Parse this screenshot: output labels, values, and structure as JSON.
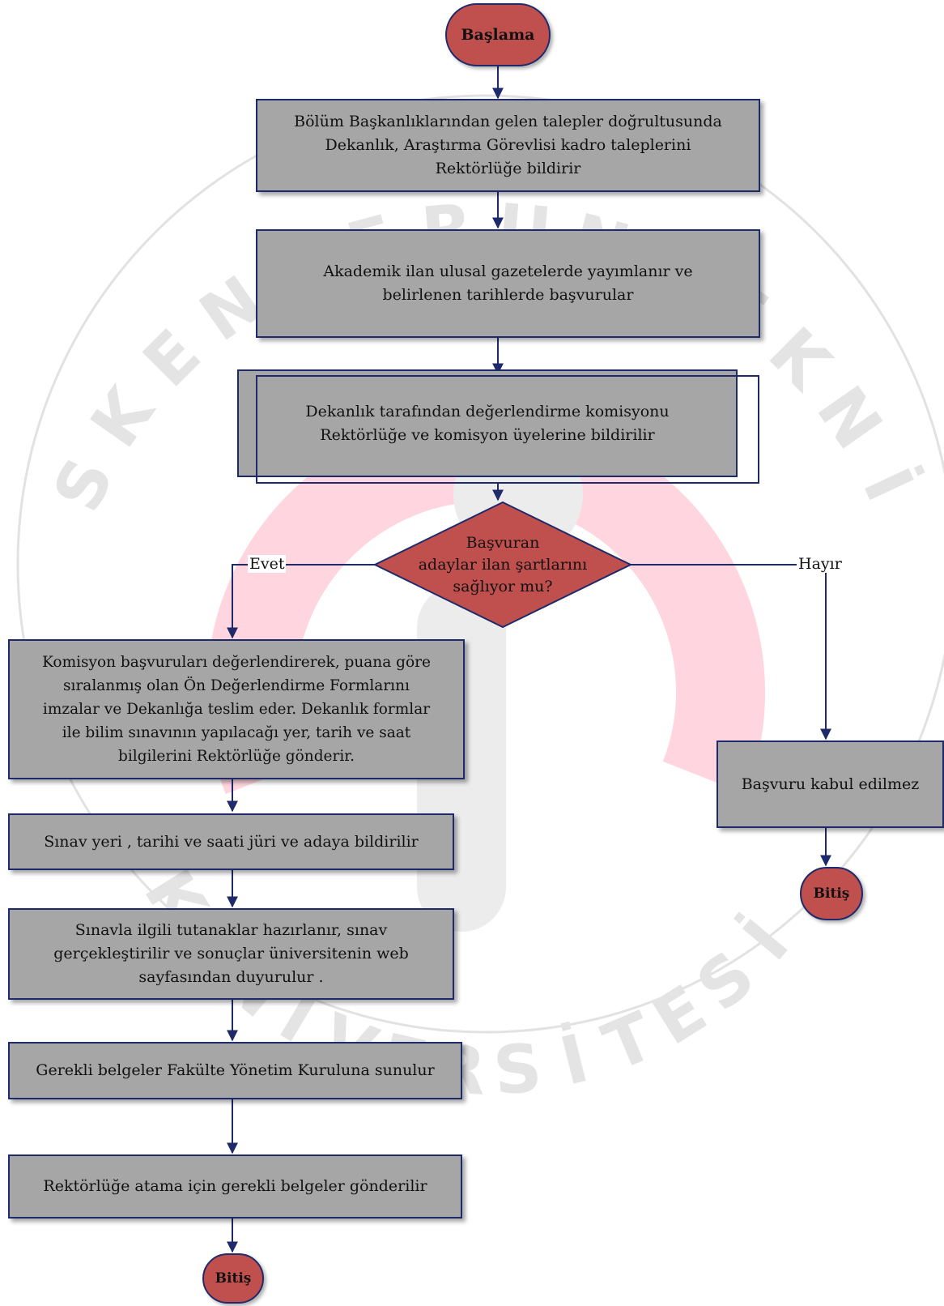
{
  "watermark": {
    "letters": [
      "S",
      "K",
      "E",
      "N",
      "D",
      "E",
      "R",
      "U",
      "N",
      "T",
      "E",
      "K",
      "N",
      "İ",
      "K",
      "Ü",
      "N",
      "İ",
      "V",
      "E",
      "R",
      "S",
      "İ",
      "T",
      "E",
      "S",
      "İ"
    ]
  },
  "start": "Başlama",
  "steps": [
    "Bölüm Başkanlıklarından gelen talepler doğrultusunda\nDekanlık, Araştırma Görevlisi kadro taleplerini\nRektörlüğe bildirir",
    "Akademik ilan ulusal gazetelerde yayımlanır ve\nbelirlenen tarihlerde başvurular",
    "Dekanlık tarafından değerlendirme komisyonu\nRektörlüğe  ve komisyon üyelerine bildirilir"
  ],
  "decision": "Başvuran\nadaylar ilan şartlarını\nsağlıyor mu?",
  "yes_label": "Evet",
  "no_label": "Hayır",
  "yes_steps": [
    "Komisyon başvuruları değerlendirerek, puana göre\nsıralanmış olan Ön Değerlendirme Formlarını\nimzalar ve Dekanlığa teslim eder.  Dekanlık  formlar\nile bilim sınavının yapılacağı yer, tarih ve saat\nbilgilerini Rektörlüğe gönderir.",
    "Sınav yeri , tarihi ve saati jüri ve adaya bildirilir",
    "Sınavla ilgili tutanaklar hazırlanır,  sınav\ngerçekleştirilir ve sonuçlar  üniversitenin web\nsayfasından duyurulur .",
    "Gerekli belgeler Fakülte Yönetim Kuruluna sunulur",
    "Rektörlüğe atama için gerekli belgeler gönderilir"
  ],
  "no_step": "Başvuru kabul edilmez",
  "end_yes": "Bitiş",
  "end_no": "Bitiş",
  "colors": {
    "box": "#a6a6a6",
    "terminal": "#c0504d",
    "line": "#1f2a6b",
    "watermark": "#e4e4e4",
    "logo": "#ffd6e0"
  }
}
